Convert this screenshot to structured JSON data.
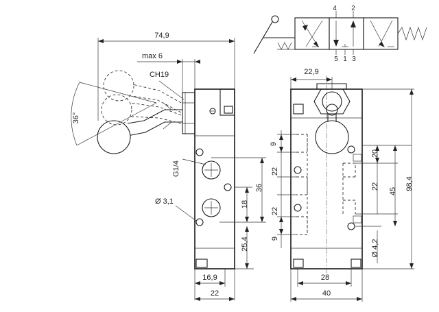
{
  "dimensions": {
    "overall_width": "74,9",
    "max_stroke": "max 6",
    "wrench_size": "CH19",
    "angle": "36°",
    "port_thread": "G1/4",
    "hole_dia": "Ø 3,1",
    "pitch_36": "36",
    "pitch_18": "18",
    "height_25_4": "25,4",
    "width_16_9": "16,9",
    "width_22_bottom": "22",
    "top_22_9": "22,9",
    "v9_top": "9",
    "v22_a": "22",
    "v22_b": "22",
    "v9_bottom": "9",
    "r20": "20",
    "r22": "22",
    "r45": "45",
    "r98_4": "98,4",
    "r_dia_4_2": "Ø 4,2",
    "w28": "28",
    "w40": "40"
  },
  "symbol": {
    "port_4": "4",
    "port_2": "2",
    "port_5": "5",
    "port_1": "1",
    "port_3": "3"
  }
}
